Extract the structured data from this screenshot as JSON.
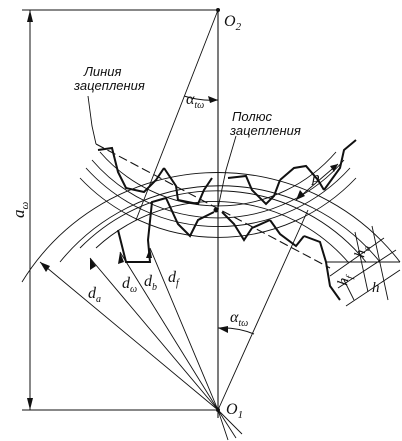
{
  "labels": {
    "o2": "O",
    "o2_sub": "2",
    "o1": "O",
    "o1_sub": "1",
    "line_of_action_1": "Линия",
    "line_of_action_2": "зацепления",
    "pitch_point_1": "Полюс",
    "pitch_point_2": "зацепления",
    "alpha_top": "α",
    "alpha_top_sub": "tω",
    "alpha_bottom": "α",
    "alpha_bottom_sub": "tω",
    "a_w": "a",
    "a_w_sub": "ω",
    "p": "p",
    "d_a": "d",
    "d_a_sub": "a",
    "d_w": "d",
    "d_w_sub": "ω",
    "d_b": "d",
    "d_b_sub": "b",
    "d_f": "d",
    "d_f_sub": "f",
    "h_a": "h",
    "h_a_sub": "a",
    "h_f": "h",
    "h_f_sub": "f",
    "h": "h"
  },
  "colors": {
    "ink": "#111111",
    "background": "#ffffff"
  }
}
